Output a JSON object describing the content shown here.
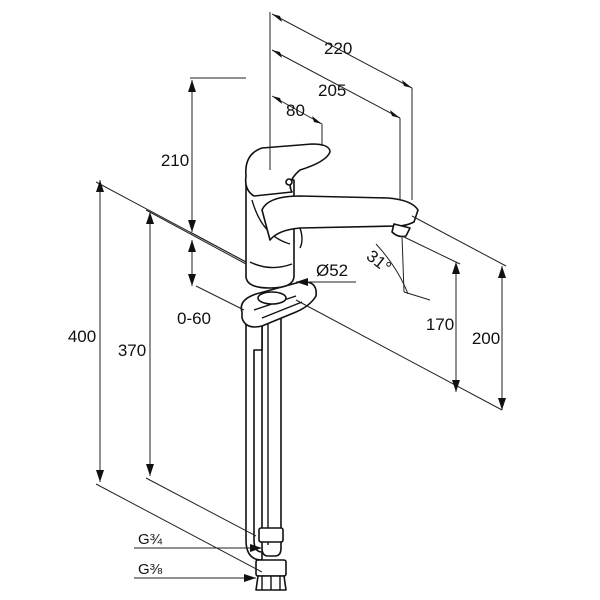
{
  "drawing": {
    "dimensions": {
      "overall_reach": "220",
      "spout_reach": "205",
      "lever_reach": "80",
      "body_height": "210",
      "overall_height": "400",
      "height_to_deck_base": "370",
      "deck_thickness": "0-60",
      "body_diameter": "Ø52",
      "swivel_angle": "31°",
      "spout_height": "170",
      "spout_outlet_height": "200",
      "supply_thread_upper": "G¾",
      "supply_thread_lower": "G⅜"
    }
  }
}
